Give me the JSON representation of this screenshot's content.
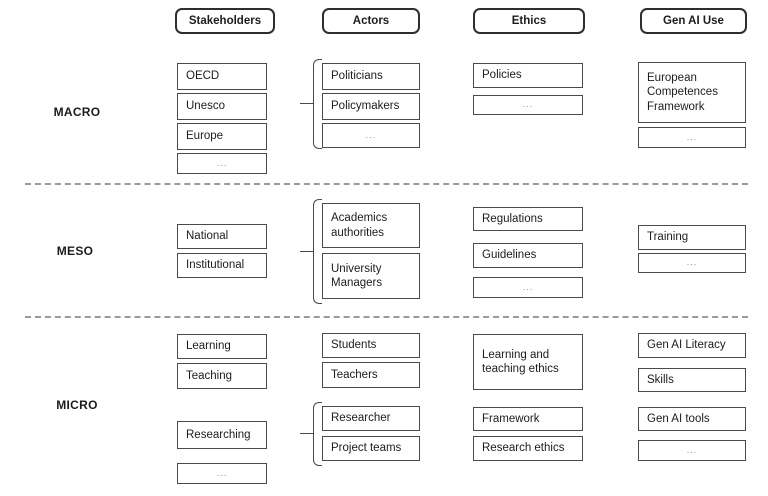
{
  "headers": [
    "Stakeholders",
    "Actors",
    "Ethics",
    "Gen AI Use"
  ],
  "rows": {
    "macro": {
      "label": "MACRO",
      "stakeholders": [
        "OECD",
        "Unesco",
        "Europe",
        "..."
      ],
      "actors": [
        "Politicians",
        "Policymakers",
        "..."
      ],
      "ethics": [
        "Policies",
        "..."
      ],
      "gen_ai_use": [
        "European Competences Framework",
        "..."
      ]
    },
    "meso": {
      "label": "MESO",
      "stakeholders": [
        "National",
        "Institutional"
      ],
      "actors": [
        "Academics authorities",
        "University Managers"
      ],
      "ethics": [
        "Regulations",
        "Guidelines",
        "..."
      ],
      "gen_ai_use": [
        "Training",
        "..."
      ]
    },
    "micro": {
      "label": "MICRO",
      "stakeholders": [
        "Learning",
        "Teaching",
        "Researching",
        "..."
      ],
      "actors": [
        "Students",
        "Teachers",
        "Researcher",
        "Project teams"
      ],
      "ethics": [
        "Learning and teaching ethics",
        "Framework",
        "Research ethics"
      ],
      "gen_ai_use": [
        "Gen AI Literacy",
        "Skills",
        "Gen AI tools",
        "..."
      ]
    }
  },
  "colors": {
    "background": "#ffffff",
    "box_border": "#4a4a4a",
    "header_border": "#2e2e2e",
    "text": "#1c1c1c",
    "divider": "#9a9a9a",
    "ellipsis_text": "#8a8a8a"
  }
}
